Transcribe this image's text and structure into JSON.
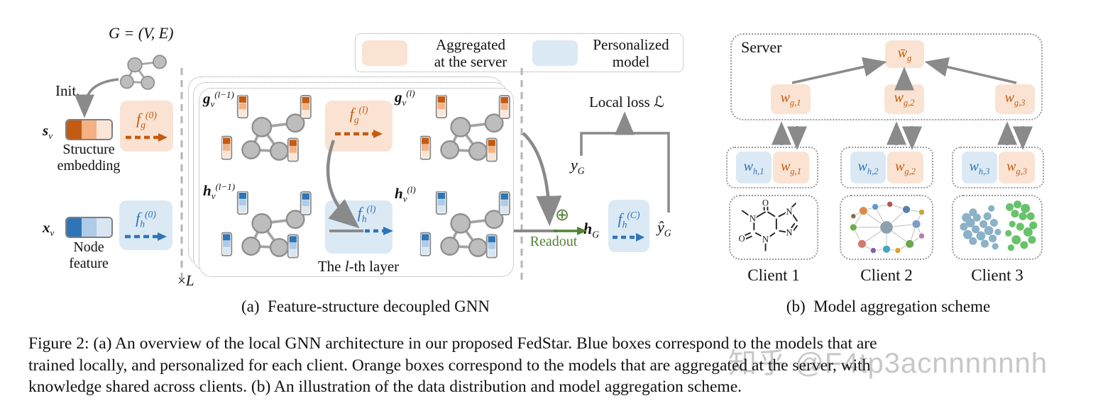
{
  "colors": {
    "orange-accent": "#c55a11",
    "orange-mid": "#f4b183",
    "orange-light": "#fbe5d6",
    "orange-box": "#fae3d2",
    "blue-accent": "#2e75b6",
    "blue-mid": "#aecbe8",
    "blue-light": "#d9e6f2",
    "blue-box": "#dbe9f5",
    "green-accent": "#538135",
    "node-gray": "#bdbdbd",
    "arrow-gray": "#8a8a8a"
  },
  "panel_a": {
    "graph_equation": "G = (V, E)",
    "init_label": "Init.",
    "structure": {
      "base": "s",
      "sub": "v",
      "line1": "Structure",
      "line2": "embedding"
    },
    "feature": {
      "base": "x",
      "sub": "v",
      "line1": "Node",
      "line2": "feature"
    },
    "legend": {
      "aggregated_line1": "Aggregated",
      "aggregated_line2": "at the server",
      "personalized_line1": "Personalized",
      "personalized_line2": "model"
    },
    "fg0": {
      "base": "f",
      "sub": "g",
      "sup": "(0)"
    },
    "fh0": {
      "base": "f",
      "sub": "h",
      "sup": "(0)"
    },
    "fgl": {
      "base": "f",
      "sub": "g",
      "sup": "(l)"
    },
    "fhl": {
      "base": "f",
      "sub": "h",
      "sup": "(l)"
    },
    "fhc": {
      "base": "f",
      "sub": "h",
      "sup": "(C)"
    },
    "g_prev": {
      "base": "g",
      "sub": "v",
      "sup": "(l−1)"
    },
    "g_cur": {
      "base": "g",
      "sub": "v",
      "sup": "(l)"
    },
    "h_prev": {
      "base": "h",
      "sub": "v",
      "sup": "(l−1)"
    },
    "h_cur": {
      "base": "h",
      "sub": "v",
      "sup": "(l)"
    },
    "layer_caption": {
      "pre": "The ",
      "var": "l",
      "post": "-th layer"
    },
    "times_L": {
      "times": "×",
      "var": "L"
    },
    "loss_label": "Local loss ℒ",
    "y_true": {
      "base": "y",
      "sub": "G"
    },
    "y_pred": {
      "base": "ŷ",
      "sub": "G"
    },
    "h_graph": {
      "base": "h",
      "sub": "G"
    },
    "readout_label": "Readout",
    "oplus": "⊕"
  },
  "panel_b": {
    "server_label": "Server",
    "w_avg": {
      "base": "w̄",
      "sub": "g"
    },
    "server_weights": [
      {
        "base": "w",
        "sub": "g,1"
      },
      {
        "base": "w",
        "sub": "g,2"
      },
      {
        "base": "w",
        "sub": "g,3"
      }
    ],
    "clients": [
      {
        "name": "Client 1",
        "local": {
          "base": "w",
          "sub": "h,1"
        },
        "shared": {
          "base": "w",
          "sub": "g,1"
        },
        "data_icon": "molecule-graph"
      },
      {
        "name": "Client 2",
        "local": {
          "base": "w",
          "sub": "h,2"
        },
        "shared": {
          "base": "w",
          "sub": "g,2"
        },
        "data_icon": "social-network-graph"
      },
      {
        "name": "Client 3",
        "local": {
          "base": "w",
          "sub": "h,3"
        },
        "shared": {
          "base": "w",
          "sub": "g,3"
        },
        "data_icon": "protein-structure"
      }
    ]
  },
  "captions": {
    "a": "(a)  Feature-structure decoupled GNN",
    "b": "(b)  Model aggregation scheme"
  },
  "figure_caption": {
    "line1": "Figure 2: (a) An overview of the local GNN architecture in our proposed FedStar. Blue boxes correspond to the models that are",
    "line2": "trained locally, and personalized for each client. Orange boxes correspond to the models that are aggregated at the server, with",
    "line3": "knowledge shared across clients. (b) An illustration of the data distribution and model aggregation scheme."
  },
  "watermark": "知乎 @F4tp3acnnnnnnh"
}
